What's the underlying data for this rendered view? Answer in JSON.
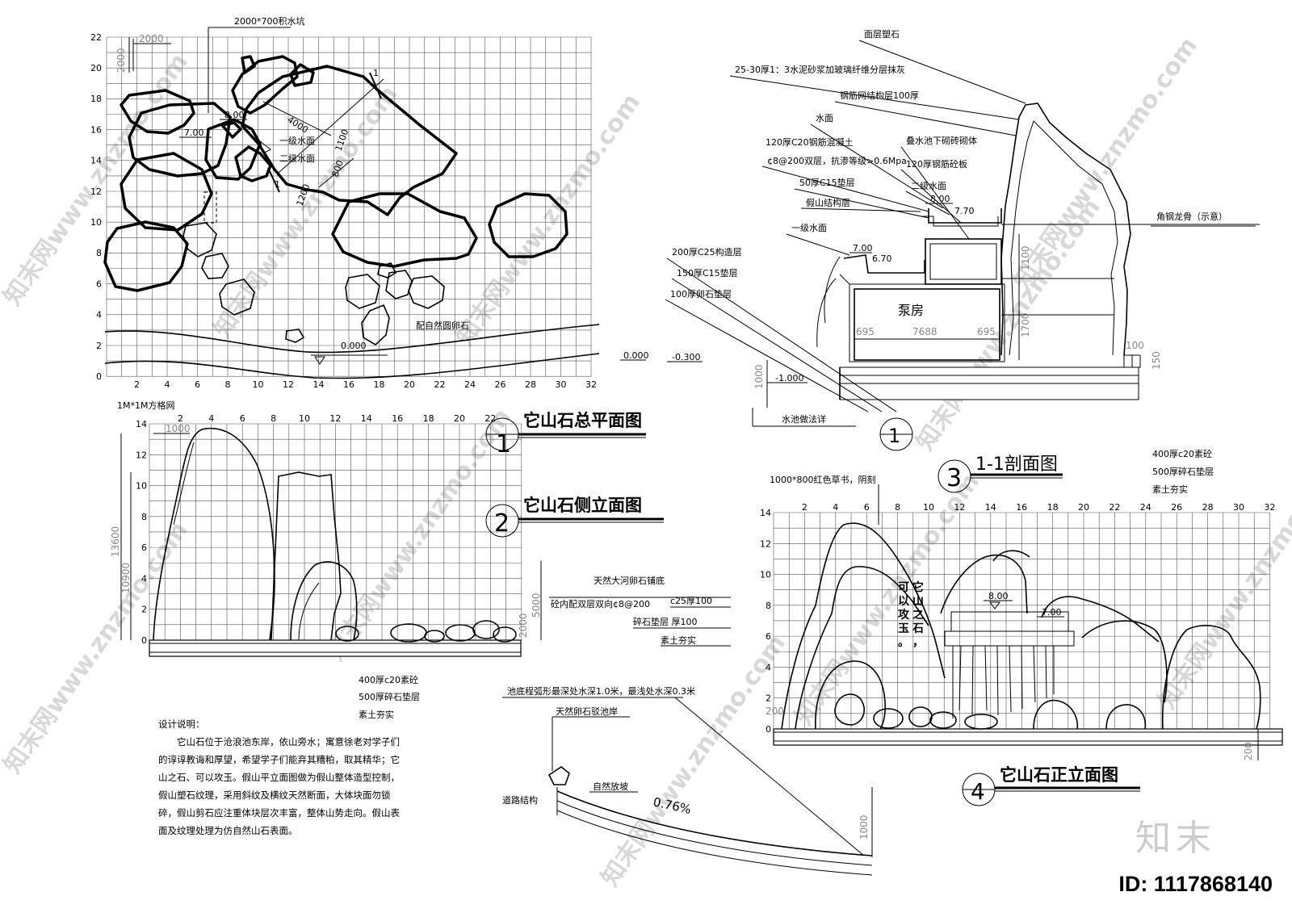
{
  "labels": {
    "pit": "2000*700积水坑",
    "grid_note": "1M*1M方格网",
    "pebble": "配自然圆卵石",
    "level1": "一级水面",
    "level2": "二级水面",
    "el_800": "8.00",
    "el_700": "7.00",
    "el_000": "0.000",
    "el_neg300": "-0.300",
    "el_neg1000": "-1.000",
    "el_670": "6.70",
    "el_770": "7.70",
    "dim_2000a": "2000",
    "dim_2000b": "2000",
    "dim_4000": "4000",
    "dim_1100": "1100",
    "dim_800": "800",
    "dim_1200": "1200",
    "dim_1000_side": "1000",
    "dim_13600": "13600",
    "dim_10900": "10900",
    "dim_5000": "5000",
    "dim_2000_side": "2000",
    "dim_1000_pool": "1000",
    "dim_695a": "695",
    "dim_7688": "7688",
    "dim_695b": "695",
    "dim_1100_sec": "1100",
    "dim_1700": "1700",
    "dim_100": "100",
    "dim_150": "150",
    "dim_200_front": "200",
    "dim_200_front_b": "200",
    "sec_mark": "1",
    "front_carving": "1000*800红色草书，阴刻",
    "pump": "泵房",
    "pool_detail": "水池做法详",
    "angle_steel": "角钢龙骨（示意）",
    "percent": "0.76%",
    "natural_slope": "自然放坡",
    "road": "道路结构",
    "natural_bank": "天然卵石驳池岸",
    "pool_note": "池底程弧形最深处水深1.0米，最浅处水深0.3米"
  },
  "section_callouts": [
    "面层塑石",
    "25-30厚1：3水泥砂浆加玻璃纤维分层抹灰",
    "钢筋网结构层100厚",
    "水面",
    "120厚C20钢筋混凝土",
    "¢8@200双层，抗渗等级>0.6Mpa",
    "50厚C15垫层",
    "假山结构层",
    "一级水面",
    "叠水池下砌砖砌体",
    "120厚钢筋砼板",
    "二级水面",
    "200厚C25构造层",
    "150厚C15垫层",
    "100厚卵石垫层"
  ],
  "side_layers": [
    "400厚c20素砼",
    "500厚碎石垫层",
    "素土夯实"
  ],
  "front_layers": [
    "400厚c20素砼",
    "500厚碎石垫层",
    "素土夯实"
  ],
  "side_bed_notes": [
    "天然大河卵石铺底",
    "砼内配双层双向¢8@200",
    "c25厚100",
    "碎石垫层  厚100",
    "素土夯实"
  ],
  "titles": {
    "t1": "它山石总平面图",
    "n1": "1",
    "t2": "它山石侧立面图",
    "n2": "2",
    "t3": "1-1剖面图",
    "n3": "3",
    "t4": "它山石正立面图",
    "n4": "4",
    "sec_circle": "1"
  },
  "plan_axes": {
    "x": [
      "2",
      "4",
      "6",
      "8",
      "10",
      "12",
      "14",
      "16",
      "18",
      "20",
      "22",
      "24",
      "26",
      "28",
      "30",
      "32"
    ],
    "y": [
      "0",
      "2",
      "4",
      "6",
      "8",
      "10",
      "12",
      "14",
      "16",
      "18",
      "20",
      "22"
    ]
  },
  "side_axes": {
    "x": [
      "2",
      "4",
      "6",
      "8",
      "10",
      "12",
      "14",
      "16",
      "18",
      "20",
      "22"
    ],
    "y": [
      "0",
      "2",
      "4",
      "6",
      "8",
      "10",
      "12",
      "14"
    ]
  },
  "front_axes": {
    "x": [
      "2",
      "4",
      "6",
      "8",
      "10",
      "12",
      "14",
      "16",
      "18",
      "20",
      "22",
      "24",
      "26",
      "28",
      "30",
      "32"
    ],
    "y": [
      "0",
      "2",
      "4",
      "6",
      "8",
      "10",
      "12",
      "14"
    ]
  },
  "engraving": [
    "它",
    "山",
    "之",
    "石",
    "，",
    "可",
    "以",
    "攻",
    "玉",
    "。"
  ],
  "description": {
    "heading": "设计说明：",
    "body": "它山石位于沧浪池东岸，依山旁水；寓意徐老对学子们的谆谆教诲和厚望，希望学子们能弃其糟粕，取其精华；它山之石、可以攻玉。假山平立面图做为假山整体造型控制，假山塑石纹理，采用斜纹及横纹天然断面，大体块面勿锁碎，假山剪石应注重体块层次丰富，整体山势走向。假山表面及纹理处理为仿自然山石表面。"
  },
  "watermark": "知末网www.znzmo.com",
  "logo": "知末",
  "id_text": "ID: 1117868140"
}
